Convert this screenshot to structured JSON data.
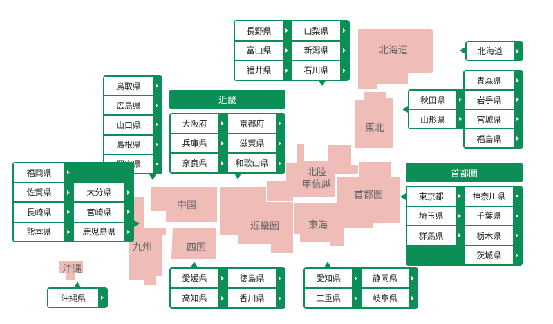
{
  "colors": {
    "accent": "#0b8f57",
    "region_fill": "#f0bcb7",
    "region_text": "#666666"
  },
  "map": {
    "hokkaido": "北海道",
    "tohoku": "東北",
    "hokuriku": [
      "北陸",
      "甲信越"
    ],
    "shutoken": "首都圏",
    "kinki": "近畿圏",
    "tokai": "東海",
    "chugoku": "中国",
    "shikoku": "四国",
    "kyushu": "九州",
    "okinawa": "沖縄"
  },
  "panels": {
    "hokuriku": [
      "長野県",
      "山梨県",
      "富山県",
      "新潟県",
      "福井県",
      "石川県"
    ],
    "hokkaido": [
      "北海道"
    ],
    "tohoku": [
      "青森県",
      "秋田県",
      "岩手県",
      "山形県",
      "宮城県",
      "福島県"
    ],
    "chugoku": [
      "鳥取県",
      "広島県",
      "山口県",
      "島根県",
      "岡山県"
    ],
    "kinki": {
      "title": "近畿",
      "items": [
        "大阪府",
        "京都府",
        "兵庫県",
        "滋賀県",
        "奈良県",
        "和歌山県"
      ]
    },
    "shutoken": {
      "title": "首都圏",
      "items": [
        "東京都",
        "神奈川県",
        "埼玉県",
        "千葉県",
        "群馬県",
        "栃木県",
        "茨城県"
      ]
    },
    "kyushu": [
      "福岡県",
      "佐賀県",
      "大分県",
      "長崎県",
      "宮崎県",
      "熊本県",
      "鹿児島県"
    ],
    "okinawa": [
      "沖縄県"
    ],
    "shikoku": [
      "愛媛県",
      "徳島県",
      "高知県",
      "香川県"
    ],
    "tokai": [
      "愛知県",
      "静岡県",
      "三重県",
      "岐阜県"
    ]
  }
}
